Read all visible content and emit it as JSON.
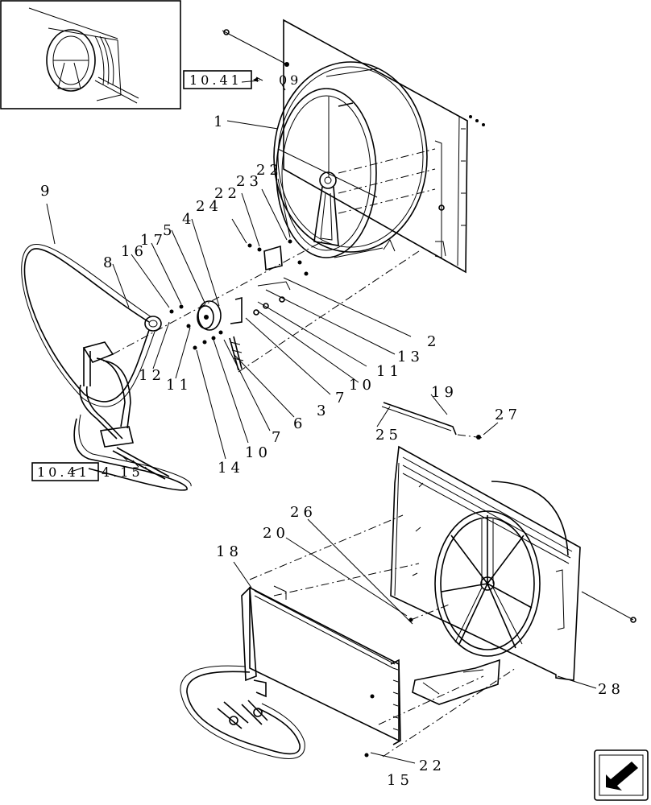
{
  "callouts": [
    {
      "id": "c1",
      "text": "1"
    },
    {
      "id": "c2",
      "text": "2"
    },
    {
      "id": "c3",
      "text": "3"
    },
    {
      "id": "c4",
      "text": "4"
    },
    {
      "id": "c5",
      "text": "5"
    },
    {
      "id": "c6",
      "text": "6"
    },
    {
      "id": "c7a",
      "text": "7"
    },
    {
      "id": "c7b",
      "text": "7"
    },
    {
      "id": "c8",
      "text": "8"
    },
    {
      "id": "c9",
      "text": "9"
    },
    {
      "id": "c10a",
      "text": "10"
    },
    {
      "id": "c10b",
      "text": "10"
    },
    {
      "id": "c11a",
      "text": "11"
    },
    {
      "id": "c11b",
      "text": "11"
    },
    {
      "id": "c12",
      "text": "12"
    },
    {
      "id": "c13",
      "text": "13"
    },
    {
      "id": "c14",
      "text": "14"
    },
    {
      "id": "c15",
      "text": "15"
    },
    {
      "id": "c16",
      "text": "16"
    },
    {
      "id": "c17",
      "text": "17"
    },
    {
      "id": "c18",
      "text": "18"
    },
    {
      "id": "c19",
      "text": "19"
    },
    {
      "id": "c20",
      "text": "20"
    },
    {
      "id": "c22a",
      "text": "22"
    },
    {
      "id": "c22b",
      "text": "22"
    },
    {
      "id": "c22c",
      "text": "22"
    },
    {
      "id": "c23",
      "text": "23"
    },
    {
      "id": "c24",
      "text": "24"
    },
    {
      "id": "c25",
      "text": "25"
    },
    {
      "id": "c26",
      "text": "26"
    },
    {
      "id": "c27",
      "text": "27"
    },
    {
      "id": "c28",
      "text": "28"
    }
  ],
  "references": {
    "top_ref": "10.41",
    "top_ref_suffix": "09",
    "left_ref": "10.41",
    "left_ref_suffix": "4.15"
  },
  "nav_icon": "next-page-arrow-icon"
}
